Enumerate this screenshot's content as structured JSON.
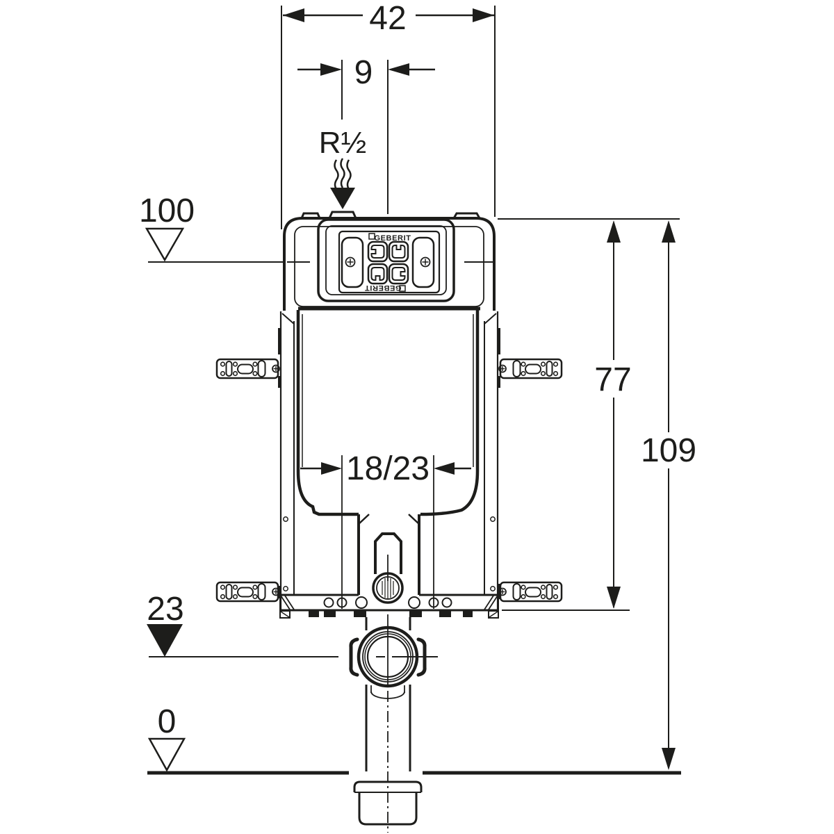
{
  "labels": {
    "width_top": "42",
    "supply_offset": "9",
    "supply_thread": "R½",
    "level_panel": "100",
    "frame_height": "77",
    "total_height": "109",
    "outlet_spacing": "18/23",
    "level_drain": "23",
    "level_floor": "0"
  },
  "brand": {
    "logo_top": "GEBERIT",
    "logo_bottom": "GEBERIT"
  },
  "colors": {
    "line": "#1d1d1b",
    "background": "#ffffff"
  }
}
